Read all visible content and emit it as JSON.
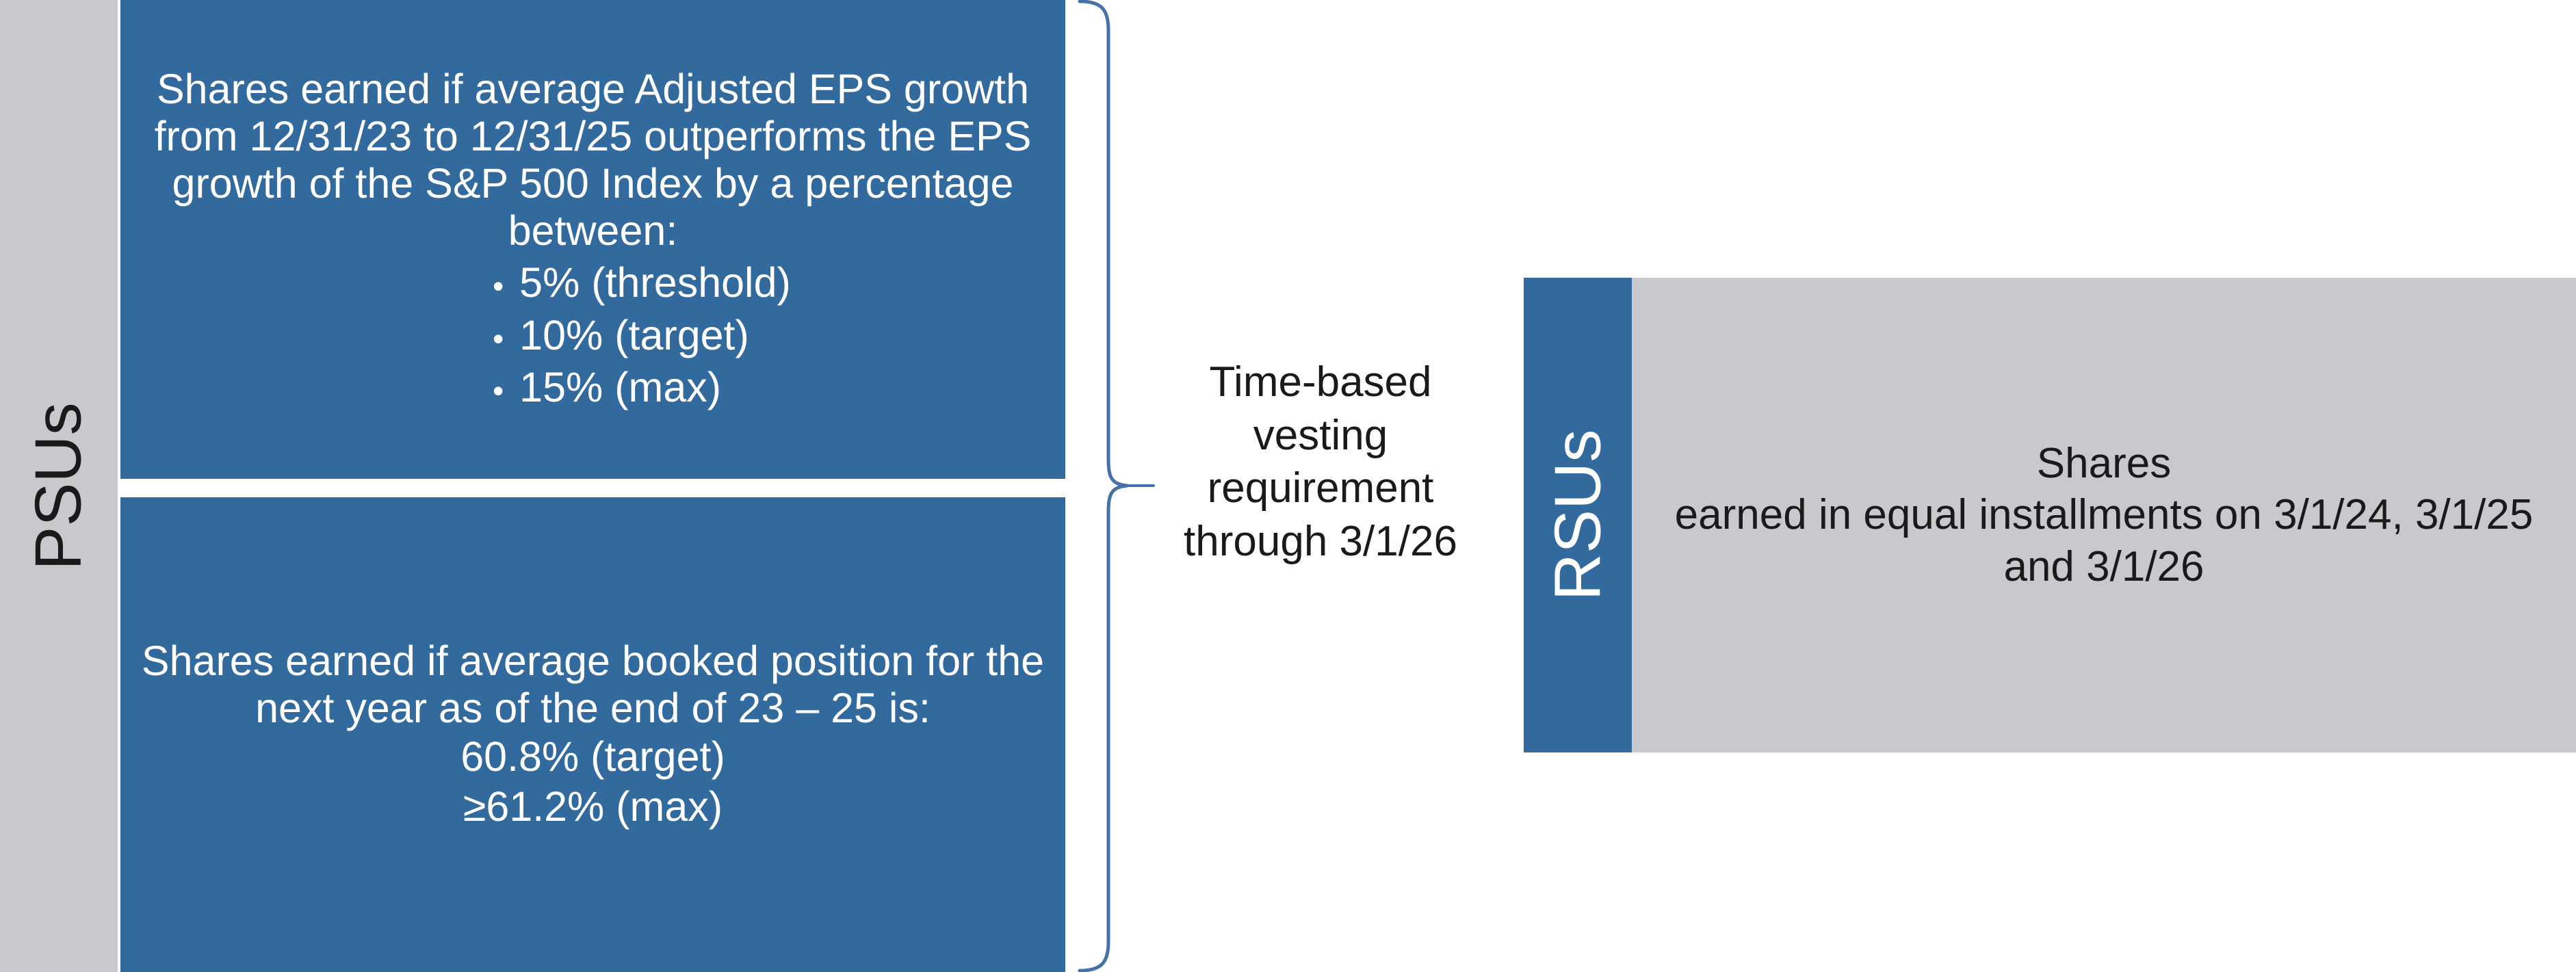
{
  "diagram": {
    "colors": {
      "blue": "#336a9e",
      "gray": "#c7c9cc",
      "white": "#ffffff",
      "text_dark": "#1a1a1a",
      "brace_stroke": "#4472a8"
    },
    "psu": {
      "label": "PSUs",
      "box_top": {
        "paragraph": "Shares earned if average Adjusted EPS growth from 12/31/23 to 12/31/25 outperforms the EPS growth of the S&P 500 Index by a percentage between:",
        "bullet_glyph": "•",
        "bullets": [
          "5% (threshold)",
          "10% (target)",
          "15% (max)"
        ]
      },
      "box_bottom": {
        "paragraph": "Shares earned if average booked position for the next year as of the end of 23 – 25 is:",
        "lines": [
          "60.8% (target)",
          "≥61.2% (max)"
        ]
      }
    },
    "connector": {
      "caption": "Time-based vesting requirement through 3/1/26"
    },
    "rsu": {
      "label": "RSUs",
      "text": "Shares\nearned in equal installments on 3/1/24, 3/1/25 and 3/1/26"
    }
  }
}
